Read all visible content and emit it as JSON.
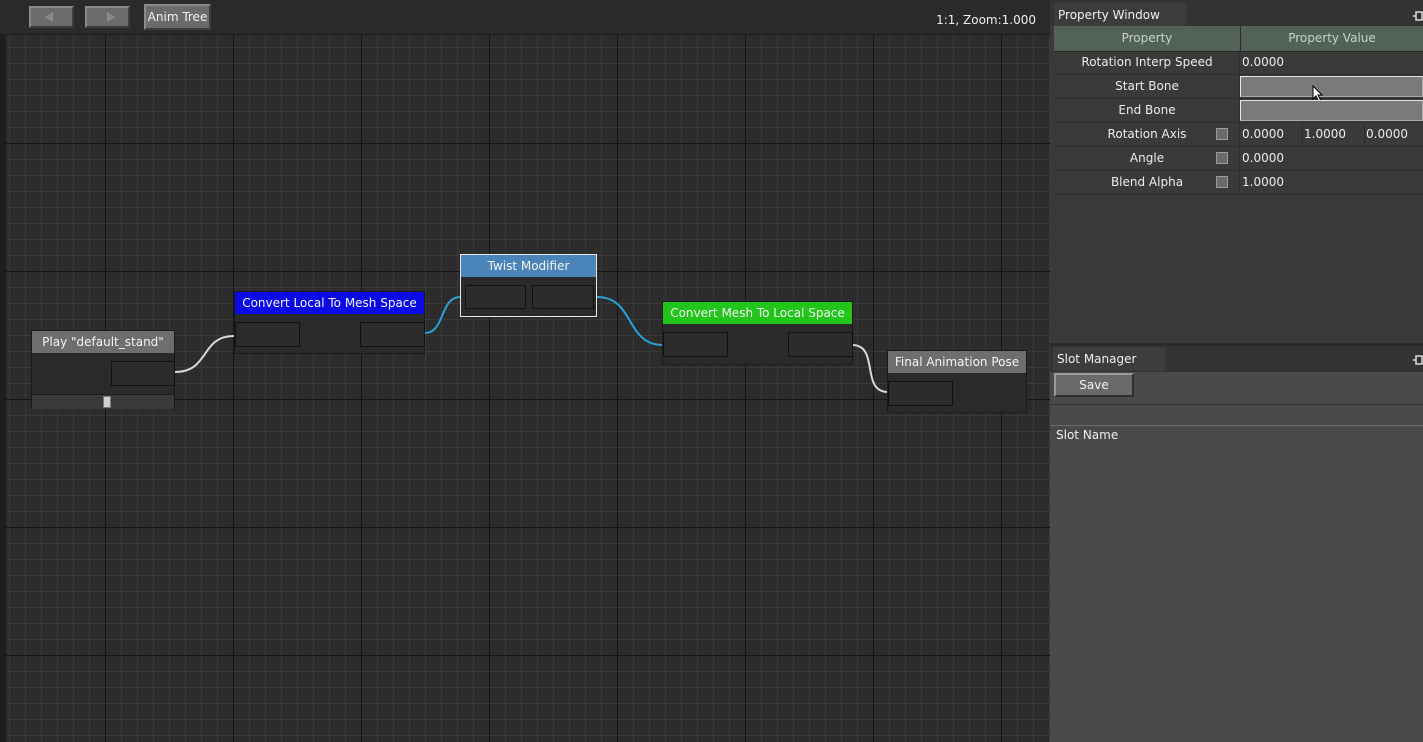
{
  "toolbar": {
    "back_icon": "arrow-left-icon",
    "forward_icon": "arrow-right-icon",
    "anim_tree_label": "Anim Tree",
    "zoom_status": "1:1, Zoom:1.000"
  },
  "graph": {
    "nodes": {
      "play": {
        "title": "Play \"default_stand\"",
        "title_color": "#6e6e6e"
      },
      "local_to_mesh": {
        "title": "Convert Local To Mesh Space",
        "title_color": "#0a0ae6"
      },
      "twist": {
        "title": "Twist Modifier",
        "title_color": "#4b84b8"
      },
      "mesh_to_local": {
        "title": "Convert Mesh To Local Space",
        "title_color": "#22c51a"
      },
      "final_pose": {
        "title": "Final Animation Pose",
        "title_color": "#6e6e6e"
      }
    },
    "wire_colors": {
      "default": "#d8d8d8",
      "selected": "#2aa0d8"
    }
  },
  "property_window": {
    "tab_label": "Property Window",
    "columns": {
      "property": "Property",
      "value": "Property Value"
    },
    "rows": {
      "rotation_interp_speed": {
        "label": "Rotation Interp Speed",
        "value": "0.0000"
      },
      "start_bone": {
        "label": "Start Bone",
        "value": ""
      },
      "end_bone": {
        "label": "End Bone",
        "value": ""
      },
      "rotation_axis": {
        "label": "Rotation Axis",
        "x": "0.0000",
        "y": "1.0000",
        "z": "0.0000"
      },
      "angle": {
        "label": "Angle",
        "value": "0.0000"
      },
      "blend_alpha": {
        "label": "Blend Alpha",
        "value": "1.0000"
      }
    }
  },
  "slot_manager": {
    "tab_label": "Slot Manager",
    "save_label": "Save",
    "slot_name_header": "Slot Name"
  }
}
